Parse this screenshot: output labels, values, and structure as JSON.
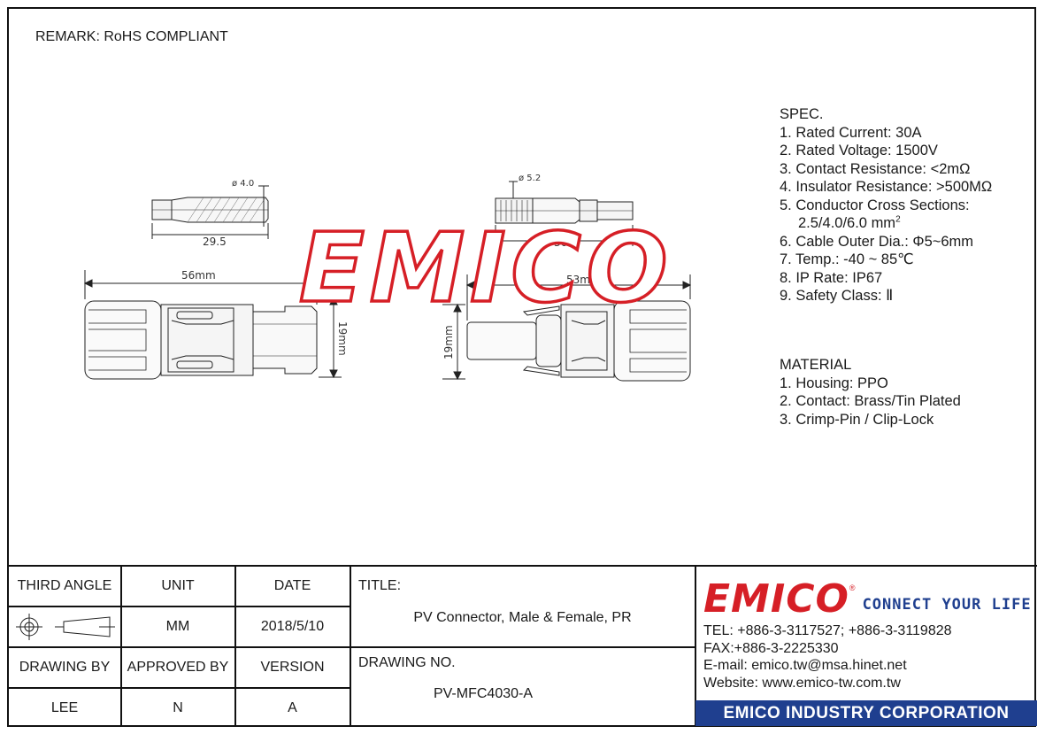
{
  "remark": "REMARK: RoHS COMPLIANT",
  "watermark": "EMICO",
  "dimensions": {
    "pin_dia": "ø 4.0",
    "pin_len": "29.5",
    "socket_dia": "ø 5.2",
    "socket_len": "36.0",
    "male_len": "56mm",
    "female_len": "53mm",
    "male_height": "19mm",
    "female_height": "19mm"
  },
  "spec": {
    "heading": "SPEC.",
    "items": [
      "1. Rated Current: 30A",
      "2. Rated Voltage: 1500V",
      "3. Contact Resistance: <2mΩ",
      "4. Insulator Resistance: >500MΩ",
      "5. Conductor Cross Sections:",
      "2.5/4.0/6.0 mm",
      "6. Cable Outer Dia.: Φ5~6mm",
      "7. Temp.: -40 ~ 85℃",
      "8. IP Rate: IP67",
      "9. Safety Class: Ⅱ"
    ],
    "superscript": "2"
  },
  "material": {
    "heading": "MATERIAL",
    "items": [
      "1. Housing: PPO",
      "2. Contact: Brass/Tin Plated",
      "3. Crimp-Pin / Clip-Lock"
    ]
  },
  "titleblock": {
    "third_angle_label": "THIRD ANGLE",
    "unit_label": "UNIT",
    "date_label": "DATE",
    "title_label": "TITLE:",
    "unit_value": "MM",
    "date_value": "2018/5/10",
    "title_value": "PV Connector, Male & Female, PR",
    "drawing_by_label": "DRAWING BY",
    "approved_by_label": "APPROVED BY",
    "version_label": "VERSION",
    "drawing_no_label": "DRAWING NO.",
    "drawing_by_value": "LEE",
    "approved_by_value": "N",
    "version_value": "A",
    "drawing_no_value": "PV-MFC4030-A"
  },
  "company": {
    "logo": "EMICO",
    "registered": "®",
    "slogan": "CONNECT YOUR LIFE",
    "tel": "TEL: +886-3-3117527; +886-3-3119828",
    "fax": "FAX:+886-3-2225330",
    "email": "E-mail: emico.tw@msa.hinet.net",
    "website": "Website: www.emico-tw.com.tw",
    "name": "EMICO INDUSTRY CORPORATION"
  },
  "colors": {
    "brand_red": "#d61f26",
    "brand_blue": "#1f3f8f"
  }
}
